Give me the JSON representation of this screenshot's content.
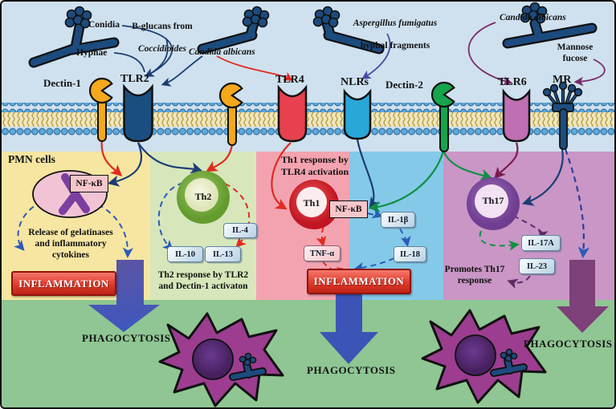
{
  "pathogen_labels": {
    "conidia": "Conidia",
    "hyphae": "Hyphae",
    "bglucans_line1": "B-glucans from",
    "bglucans_line2": "Coccidioides",
    "candida_left": "Candida albicans",
    "aspergillus_line1": "Aspergillus fumigatus",
    "aspergillus_line2": "hyphal fragments",
    "candida_right": "Candida albicans",
    "mannose": "Mannose\nfucose"
  },
  "receptors": {
    "dectin1": "Dectin-1",
    "tlr2": "TLR2",
    "tlr4": "TLR4",
    "nlrs": "NLRs",
    "dectin2": "Dectin-2",
    "tlr6": "TLR6",
    "mr": "MR"
  },
  "pmn_panel": {
    "title": "PMN cells",
    "nfkb": "NF-κB",
    "release": "Release of gelatinases\nand inflammatory\ncytokines",
    "inflammation": "INFLAMMATION",
    "phagocytosis": "PHAGOCYTOSIS"
  },
  "th2_panel": {
    "cell": "Th2",
    "il4": "IL-4",
    "il10": "IL-10",
    "il13": "IL-13",
    "caption": "Th2 response by TLR2\nand Dectin-1 activaton"
  },
  "th1_panel": {
    "title": "Th1 response by\nTLR4 activation",
    "cell": "Th1",
    "nfkb": "NF-κB",
    "tnfa": "TNF-α",
    "inflammation": "INFLAMMATION",
    "phagocytosis": "PHAGOCYTOSIS"
  },
  "nlr_panel": {
    "il1b": "IL-1β",
    "il18": "IL-18"
  },
  "th17_panel": {
    "cell": "Th17",
    "il17a": "IL-17A",
    "il23": "IL-23",
    "caption": "Promotes Th17\nresponse",
    "phagocytosis": "PHAGOCYTOSIS"
  },
  "colors": {
    "background_top": "#CFE1EF",
    "pmn_panel": "#F6E6A2",
    "th2_panel": "#D7E7BB",
    "th1_panel": "#F3A3B0",
    "nlr_panel": "#84CAE8",
    "th17_panel": "#C996C6",
    "bottom_zone": "#8FC693",
    "membrane_head": "#5FA8D8",
    "membrane_tail": "#B59B3C",
    "dectin1_receptor": "#F5A81C",
    "tlr2_receptor": "#1B4E80",
    "tlr4_receptor": "#E8404E",
    "nlrs_receptor": "#29A7D8",
    "dectin2_receptor": "#16A44D",
    "tlr6_receptor": "#BF6FB2",
    "mr_receptor": "#1B4E80",
    "inflammation_box": "#D02A1C",
    "phagocytosis_arrow_blue": "#3C54B5",
    "phagocytosis_arrow_purple": "#7D4078",
    "phagocyte_cell": "#9C3D90"
  }
}
